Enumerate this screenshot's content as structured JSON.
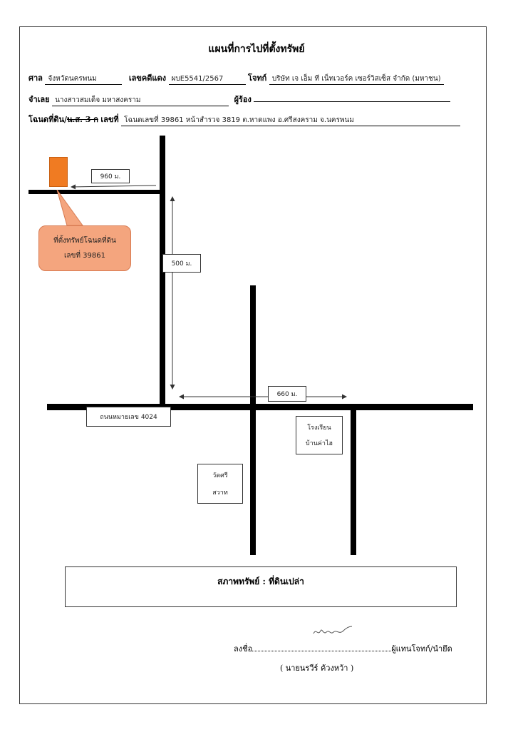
{
  "document": {
    "title": "แผนที่การไปที่ตั้งทรัพย์",
    "header": {
      "court_label": "ศาล",
      "court_value": "จังหวัดนครพนม",
      "case_label": "เลขคดีแดง",
      "case_value": "ผบE5541/2567",
      "plaintiff_label": "โจทก์",
      "plaintiff_value": "บริษัท เจ เอ็ม ที เน็ทเวอร์ค เซอร์วิสเซ็ส จำกัด (มหาชน)",
      "defendant_label": "จำเลย",
      "defendant_value": "นางสาวสมเด็จ มหาสงคราม",
      "petitioner_label": "ผู้ร้อง",
      "petitioner_value": "",
      "deed_label_1": "โฉนดที่ดิน/",
      "deed_label_struck": "น.ส. 3 ก",
      "deed_label_2": "เลขที่",
      "deed_value": "โฉนดเลขที่ 39861 หน้าสำรวจ 3819 ต.หาดแพง อ.ศรีสงคราม จ.นครพนม"
    },
    "map": {
      "distance_top": "960 ม.",
      "distance_vertical": "500 ม.",
      "distance_bottom": "660 ม.",
      "callout_line1": "ที่ตั้งทรัพย์โฉนดที่ดิน",
      "callout_line2": "เลขที่ 39861",
      "road_label": "ถนนหมายเลข 4024",
      "school_line1": "โรงเรียน",
      "school_line2": "บ้านค่าไฮ",
      "temple_line1": "วัดศรี",
      "temple_line2": "สวาท",
      "colors": {
        "marker": "#f07b22",
        "callout": "#f4a57e",
        "road": "#000000"
      }
    },
    "status": "สภาพทรัพย์ : ที่ดินเปล่า",
    "signature": {
      "sign_label": "ลงชื่อ",
      "role": "ผู้แทนโจทก์/นำยึด",
      "name": "( นายนรวีร์ ค้วงหว้า )"
    }
  }
}
